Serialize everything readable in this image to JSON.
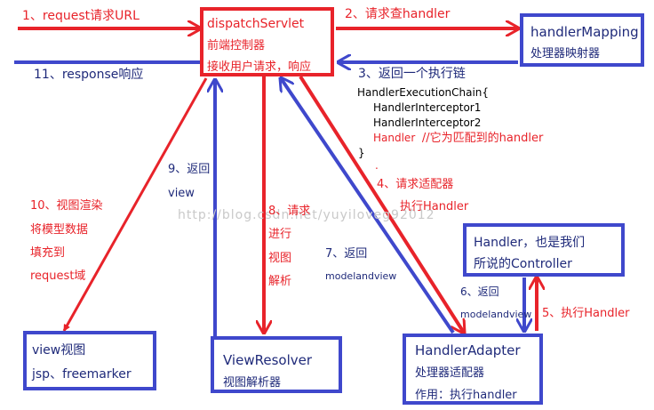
{
  "colors": {
    "request_flow": "#e8232a",
    "response_flow": "#3f48cc",
    "text_dark": "#1f2a7a"
  },
  "nodes": {
    "dispatch": {
      "lines": [
        "dispatchServlet",
        "前端控制器",
        "接收用户请求，响应"
      ]
    },
    "handler_mapping": {
      "lines": [
        "handlerMapping",
        "处理器映射器"
      ]
    },
    "handler_controller": {
      "lines": [
        "Handler，也是我们",
        "所说的Controller"
      ]
    },
    "view_resolver": {
      "lines": [
        "ViewResolver",
        "视图解析器"
      ]
    },
    "handler_adapter": {
      "lines": [
        "HandlerAdapter",
        "处理器适配器",
        "作用：执行handler"
      ]
    },
    "view": {
      "lines": [
        "view视图",
        "jsp、freemarker"
      ]
    }
  },
  "steps": {
    "s1": "1、request请求URL",
    "s2": "2、请求查handler",
    "s3": "3、返回一个执行链",
    "s4a": "4、请求适配器",
    "s4b": "执行Handler",
    "s5": "5、执行Handler",
    "s6a": "6、返回",
    "s6b": "modelandview",
    "s7a": "7、返回",
    "s7b": "modelandview",
    "s8": [
      "8、请求",
      "进行",
      "视图",
      "解析"
    ],
    "s9a": "9、返回",
    "s9b": "view",
    "s10": [
      "10、视图渲染",
      "将模型数据",
      "填充到",
      "request域"
    ],
    "s11": "11、response响应"
  },
  "chain": {
    "title": "HandlerExecutionChain{",
    "items": [
      "HandlerInterceptor1",
      "HandlerInterceptor2"
    ],
    "handler_word": "Handler",
    "handler_comment": "//它为匹配到的handler",
    "close": "}",
    "dot": "."
  },
  "watermark": "http://blog.csdn.net/yuyiloveg92012"
}
